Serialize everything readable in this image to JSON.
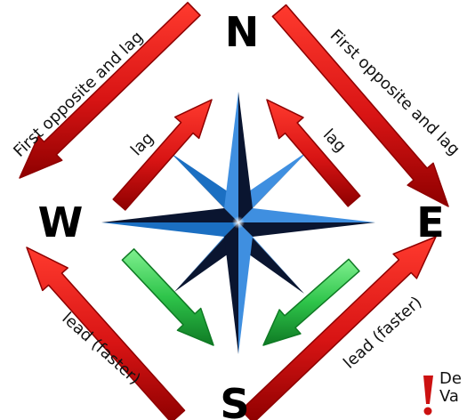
{
  "cardinals": {
    "north": "N",
    "east": "E",
    "south": "S",
    "west": "W"
  },
  "labels": {
    "nw_outer": "First opposite and lag",
    "ne_outer": "First opposite and lag",
    "nw_inner": "lag",
    "ne_inner": "lag",
    "sw_outer": "lead (faster)",
    "se_outer": "lead (faster)"
  },
  "note": {
    "line1": "De",
    "line2": "Va"
  },
  "icons": [
    "compass-rose-icon",
    "red-arrow",
    "green-arrow",
    "exclamation-icon"
  ],
  "colors": {
    "red_arrow": "#d81414",
    "red_arrow_shade": "#8e0000",
    "green_arrow": "#2ec44a",
    "green_arrow_shade": "#0f7a24",
    "compass_dark": "#0a1530",
    "compass_blue": "#1b6fc2",
    "compass_light": "#3f8fe0",
    "exclamation": "#cc1111"
  }
}
